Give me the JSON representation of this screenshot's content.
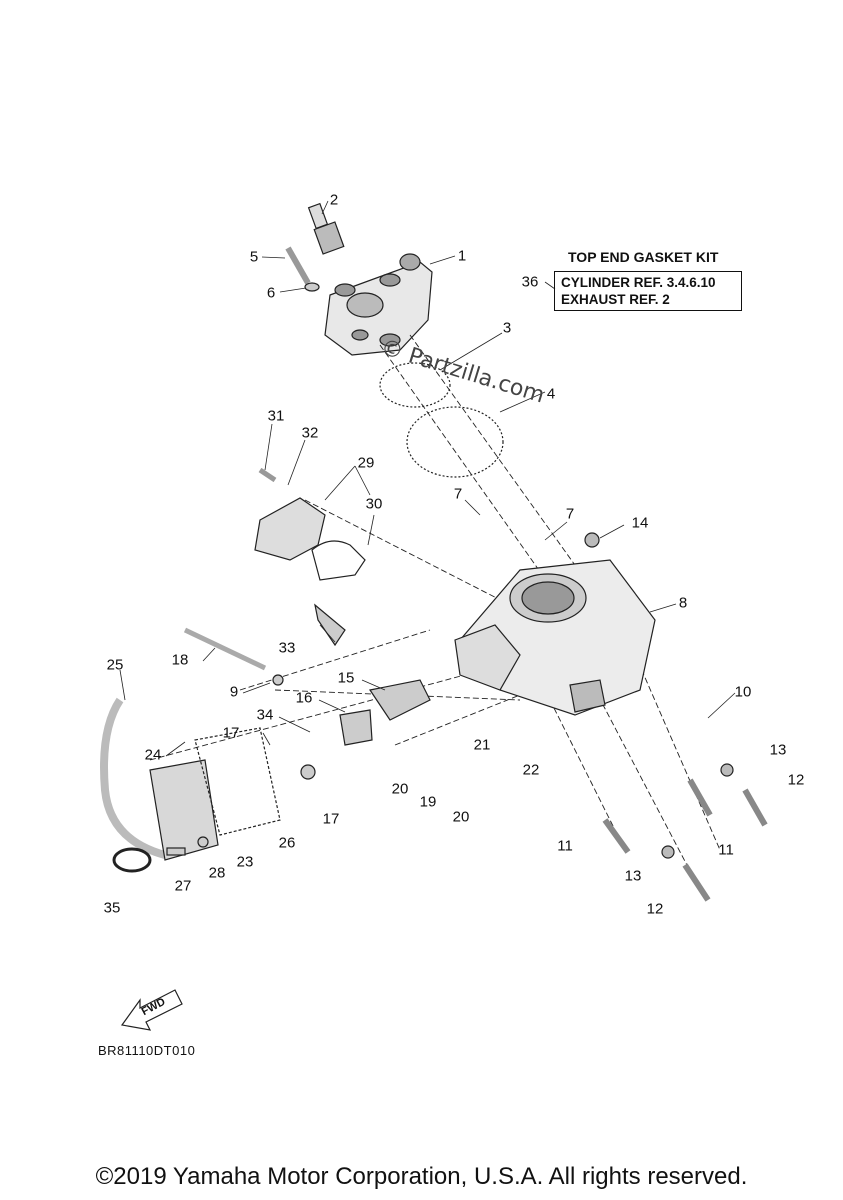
{
  "kit": {
    "title": "TOP END GASKET KIT",
    "ref_number": "36",
    "line1": "CYLINDER REF. 3.4.6.10",
    "line2": "EXHAUST REF. 2"
  },
  "watermark": "© Partzilla.com",
  "fwd_label": "FWD",
  "drawing_code": "BR81110DT010",
  "copyright": "©2019 Yamaha Motor Corporation, U.S.A. All rights reserved.",
  "callouts": [
    "1",
    "2",
    "3",
    "4",
    "5",
    "6",
    "7",
    "7",
    "8",
    "9",
    "10",
    "11",
    "11",
    "12",
    "12",
    "13",
    "13",
    "14",
    "15",
    "16",
    "17",
    "17",
    "18",
    "19",
    "20",
    "20",
    "21",
    "22",
    "23",
    "24",
    "25",
    "26",
    "27",
    "28",
    "29",
    "30",
    "31",
    "32",
    "33",
    "34",
    "35"
  ]
}
